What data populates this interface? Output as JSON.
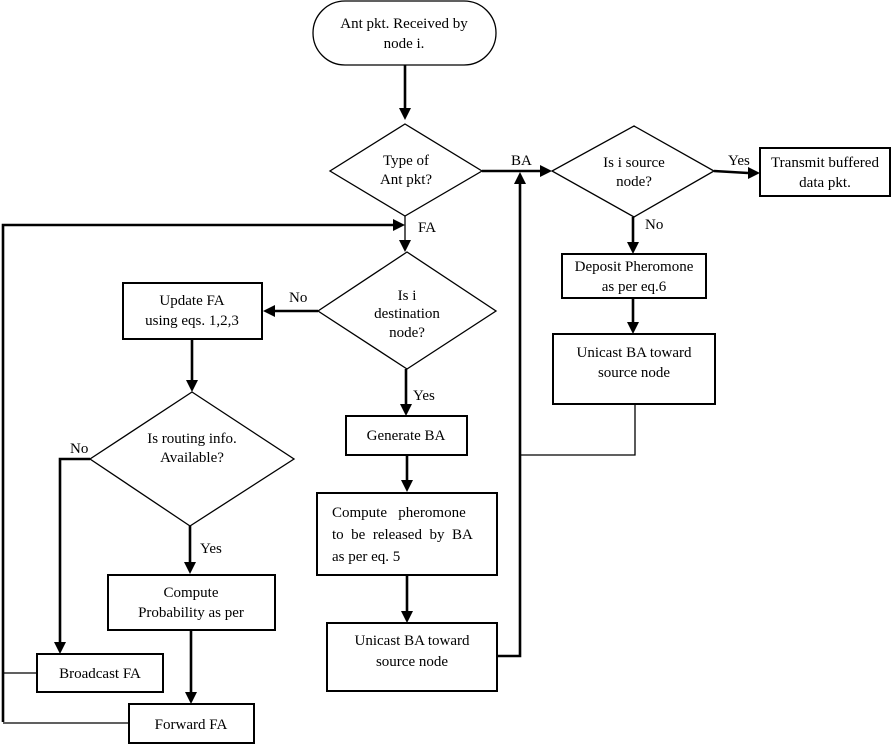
{
  "diagram": {
    "nodes": {
      "start": [
        "Ant  pkt. Received by",
        "node i."
      ],
      "type_decision": [
        "Type of",
        "Ant pkt?"
      ],
      "source_decision": [
        "Is i source",
        "node?"
      ],
      "transmit": [
        "Transmit buffered",
        "data  pkt."
      ],
      "deposit": [
        "Deposit Pheromone",
        "as per eq.6"
      ],
      "unicast_right": [
        "Unicast BA toward",
        "source node"
      ],
      "dest_decision": [
        "Is i",
        "destination",
        "node?"
      ],
      "update_fa": [
        "Update FA",
        "using eqs. 1,2,3"
      ],
      "routing_decision": [
        "Is routing info.",
        "Available?"
      ],
      "generate_ba": [
        "Generate BA"
      ],
      "compute_pheromone": [
        "Compute   pheromone",
        "to  be  released  by  BA",
        "as per eq. 5"
      ],
      "compute_prob": [
        "Compute",
        "Probability as per"
      ],
      "unicast_mid": [
        "Unicast BA toward",
        "source node"
      ],
      "broadcast": [
        "Broadcast FA"
      ],
      "forward": [
        "Forward FA"
      ]
    },
    "edge_labels": {
      "ba": "BA",
      "fa": "FA",
      "yes_source": "Yes",
      "no_source": "No",
      "no_dest": "No",
      "yes_dest": "Yes",
      "no_routing": "No",
      "yes_routing": "Yes"
    }
  }
}
